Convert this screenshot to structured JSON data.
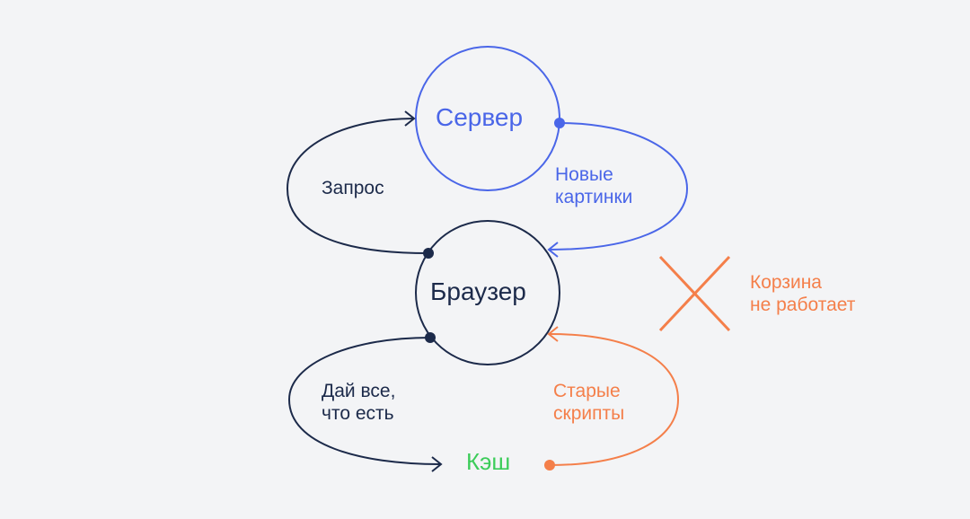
{
  "colors": {
    "background": "#f3f4f6",
    "navy": "#1c2a4a",
    "blue": "#4a66e8",
    "orange": "#f47f4a",
    "green": "#3ccc5a"
  },
  "nodes": {
    "server": {
      "label": "Сервер",
      "color": "#4a66e8"
    },
    "browser": {
      "label": "Браузер",
      "color": "#1c2a4a"
    },
    "cache": {
      "label": "Кэш",
      "color": "#3ccc5a"
    }
  },
  "edges": {
    "request": {
      "label": "Запрос",
      "from": "browser",
      "to": "server",
      "color": "#1c2a4a"
    },
    "new_images": {
      "label": "Новые\nкартинки",
      "from": "server",
      "to": "browser",
      "color": "#4a66e8"
    },
    "give_all": {
      "label": "Дай все,\nчто есть",
      "from": "browser",
      "to": "cache",
      "color": "#1c2a4a"
    },
    "old_scripts": {
      "label": "Старые\nскрипты",
      "from": "cache",
      "to": "browser",
      "color": "#f47f4a"
    }
  },
  "annotation": {
    "icon": "cross-icon",
    "text": "Корзина\nне работает",
    "color": "#f47f4a"
  }
}
